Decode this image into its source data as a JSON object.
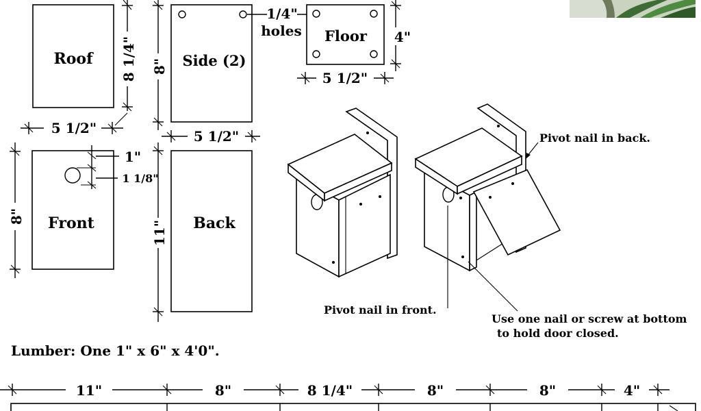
{
  "panels": {
    "roof": "Roof",
    "side": "Side (2)",
    "floor": "Floor",
    "front": "Front",
    "back": "Back"
  },
  "dimensions": {
    "roof_height": "8 1/4\"",
    "roof_width": "5 1/2\"",
    "side_height": "8\"",
    "side_width": "5 1/2\"",
    "holes_size": "1/4\"",
    "holes_word": "holes",
    "floor_height": "4\"",
    "floor_width": "5 1/2\"",
    "front_height": "8\"",
    "hole_offset": "1\"",
    "hole_diameter": "1 1/8\"",
    "back_height": "11\""
  },
  "notes": {
    "pivot_back": "Pivot nail in back.",
    "pivot_front": "Pivot nail in front.",
    "nail_line1": "Use one nail or screw at bottom",
    "nail_line2": "to hold door closed."
  },
  "lumber": {
    "label": "Lumber:  One 1\" x 6\" x 4'0\".",
    "cuts": [
      "11\"",
      "8\"",
      "8 1/4\"",
      "8\"",
      "8\"",
      "4\""
    ]
  }
}
